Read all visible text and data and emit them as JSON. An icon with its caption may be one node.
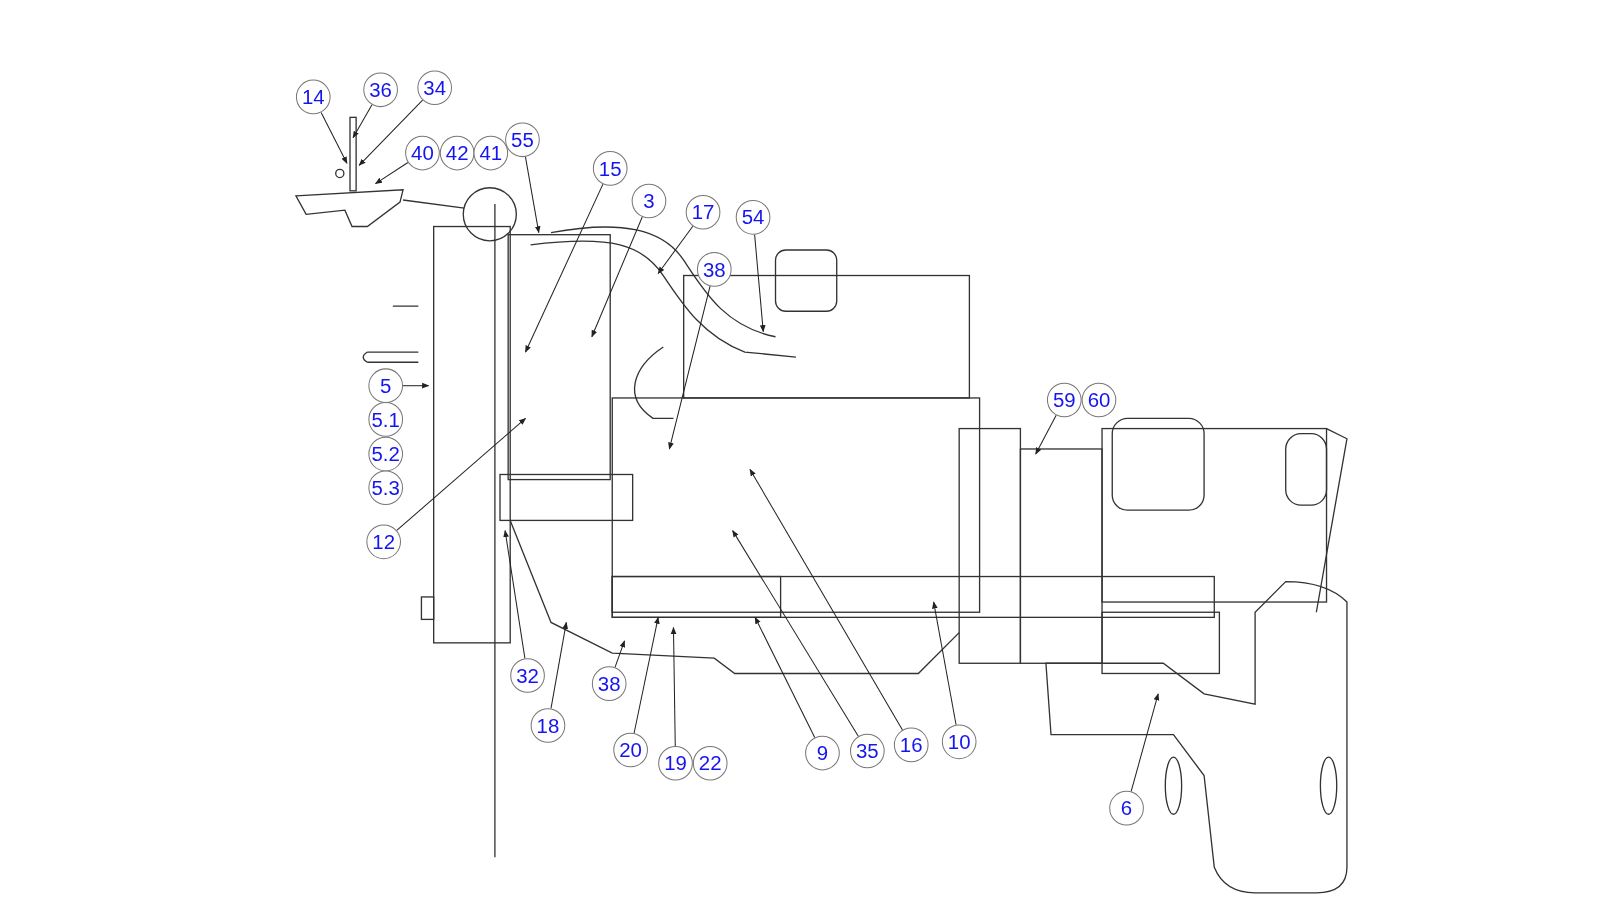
{
  "diagram": {
    "nodes": [
      {
        "text": [
          "14"
        ]
      },
      {
        "text": [
          "36"
        ]
      },
      {
        "text": [
          "34"
        ]
      },
      {
        "text": [
          "40"
        ]
      },
      {
        "text": [
          "42"
        ]
      },
      {
        "text": [
          "41"
        ]
      },
      {
        "text": [
          "55"
        ]
      },
      {
        "text": [
          "15"
        ]
      },
      {
        "text": [
          "3"
        ]
      },
      {
        "text": [
          "17"
        ]
      },
      {
        "text": [
          "54"
        ]
      },
      {
        "text": [
          "38"
        ]
      },
      {
        "text": [
          "5"
        ]
      },
      {
        "text": [
          "5.1"
        ]
      },
      {
        "text": [
          "5.2"
        ]
      },
      {
        "text": [
          "5.3"
        ]
      },
      {
        "text": [
          "12"
        ]
      },
      {
        "text": [
          "32"
        ]
      },
      {
        "text": [
          "18"
        ]
      },
      {
        "text": [
          "38"
        ]
      },
      {
        "text": [
          "20"
        ]
      },
      {
        "text": [
          "19"
        ]
      },
      {
        "text": [
          "22"
        ]
      },
      {
        "text": [
          "9"
        ]
      },
      {
        "text": [
          "35"
        ]
      },
      {
        "text": [
          "16"
        ]
      },
      {
        "text": [
          "10"
        ]
      },
      {
        "text": [
          "59"
        ]
      },
      {
        "text": [
          "60"
        ]
      },
      {
        "text": [
          "6"
        ]
      }
    ],
    "edges": [
      {
        "from": 0,
        "to": null,
        "arrow": "to"
      },
      {
        "from": 1,
        "to": null,
        "arrow": "to"
      },
      {
        "from": 2,
        "to": null,
        "arrow": "to"
      },
      {
        "from": 3,
        "to": null,
        "arrow": "to"
      },
      {
        "from": 6,
        "to": null,
        "arrow": "to"
      },
      {
        "from": 7,
        "to": null,
        "arrow": "to"
      },
      {
        "from": 8,
        "to": null,
        "arrow": "to"
      },
      {
        "from": 9,
        "to": null,
        "arrow": "to"
      },
      {
        "from": 10,
        "to": null,
        "arrow": "to"
      },
      {
        "from": 11,
        "to": null,
        "arrow": "to"
      },
      {
        "from": 12,
        "to": null,
        "arrow": "to"
      },
      {
        "from": 16,
        "to": null,
        "arrow": "to"
      },
      {
        "from": 17,
        "to": null,
        "arrow": "to"
      },
      {
        "from": 18,
        "to": null,
        "arrow": "to"
      },
      {
        "from": 19,
        "to": null,
        "arrow": "to"
      },
      {
        "from": 20,
        "to": null,
        "arrow": "to"
      },
      {
        "from": 21,
        "to": null,
        "arrow": "to"
      },
      {
        "from": 23,
        "to": null,
        "arrow": "to"
      },
      {
        "from": 24,
        "to": null,
        "arrow": "to"
      },
      {
        "from": 25,
        "to": null,
        "arrow": "to"
      },
      {
        "from": 26,
        "to": null,
        "arrow": "to"
      },
      {
        "from": 27,
        "to": null,
        "arrow": "to"
      },
      {
        "from": 29,
        "to": null,
        "arrow": "to"
      }
    ]
  }
}
